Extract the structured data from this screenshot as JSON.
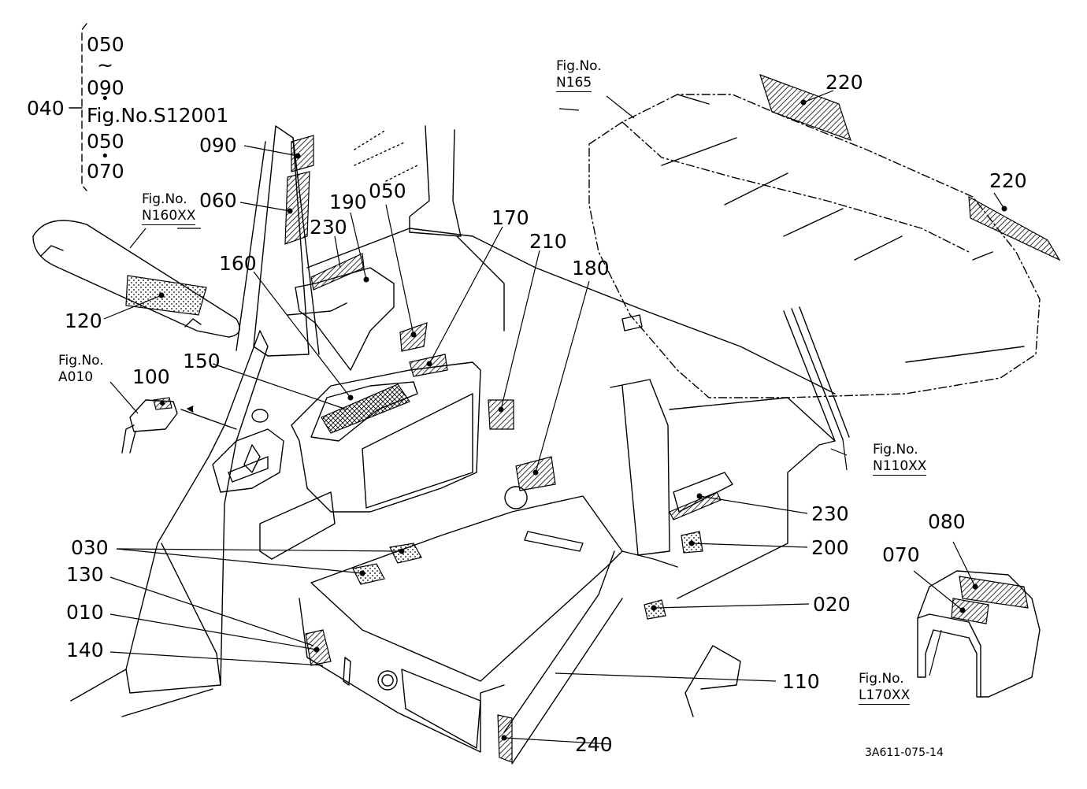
{
  "group": {
    "main": "040",
    "items": [
      "050",
      "~",
      "090",
      "Fig.No.S12001",
      "050",
      "070"
    ]
  },
  "callouts": {
    "p220a": "220",
    "p220b": "220",
    "p090": "090",
    "p060": "060",
    "p190": "190",
    "p050": "050",
    "p230a": "230",
    "p170": "170",
    "p210": "210",
    "p180": "180",
    "p160": "160",
    "p120": "120",
    "p150": "150",
    "p100": "100",
    "p230b": "230",
    "p200": "200",
    "p030": "030",
    "p130": "130",
    "p010": "010",
    "p140": "140",
    "p020": "020",
    "p110": "110",
    "p240": "240",
    "p080": "080",
    "p070": "070"
  },
  "figrefs": {
    "n165": {
      "prefix": "Fig.No.",
      "code": "N165"
    },
    "n160": {
      "prefix": "Fig.No.",
      "code": "N160XX"
    },
    "a010": {
      "prefix": "Fig.No.",
      "code": "A010"
    },
    "n110": {
      "prefix": "Fig.No.",
      "code": "N110XX"
    },
    "l170": {
      "prefix": "Fig.No.",
      "code": "L170XX"
    }
  },
  "drawing_code": "3A611-075-14",
  "colors": {
    "ink": "#000000",
    "background": "#ffffff"
  }
}
